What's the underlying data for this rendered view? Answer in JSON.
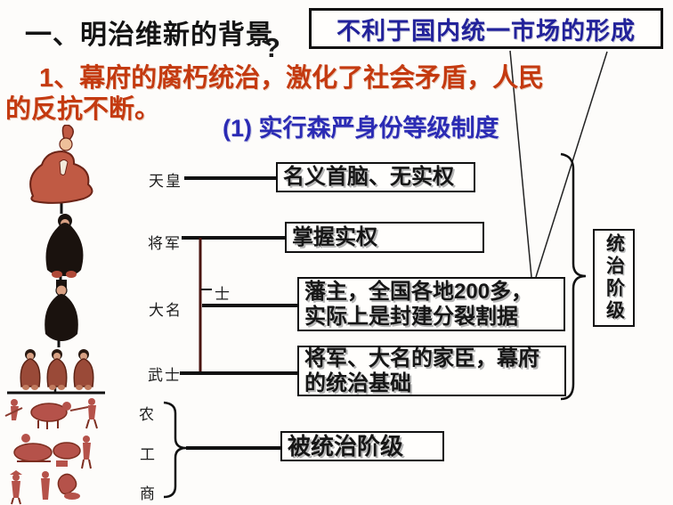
{
  "slide": {
    "title": "一、明治维新的背景",
    "question_mark": "?",
    "market_note": "不利于国内统一市场的形成",
    "point1_line1": "1、幕府的腐朽统治，激化了社会矛盾，人民",
    "point1_line2": "的反抗不断。",
    "sub_point": "(1) 实行森严身份等级制度"
  },
  "hierarchy": {
    "rank_emperor": "天皇",
    "rank_shogun": "将军",
    "rank_daimyo": "大名",
    "rank_samurai": "武士",
    "rank_shi": "士",
    "rank_farmer": "农",
    "rank_artisan": "工",
    "rank_merchant": "商",
    "desc_emperor": "名义首脑、无实权",
    "desc_shogun": "掌握实权",
    "desc_daimyo_line1": "藩主，全国各地200多，",
    "desc_daimyo_line2": "实际上是封建分裂割据",
    "desc_samurai_line1": "将军、大名的家臣，幕府",
    "desc_samurai_line2": "的统治基础",
    "desc_commoners": "被统治阶级",
    "ruling_class": "统治阶级"
  },
  "colors": {
    "red_text": "#c43a10",
    "market_note_blue": "#22229a",
    "sub_point_blue": "#2b2bb4",
    "emperor_robe": "#c05a44",
    "robe_black": "#1a120e",
    "commoner_red": "#b5524a",
    "bracket_maroon": "#4a1410"
  }
}
